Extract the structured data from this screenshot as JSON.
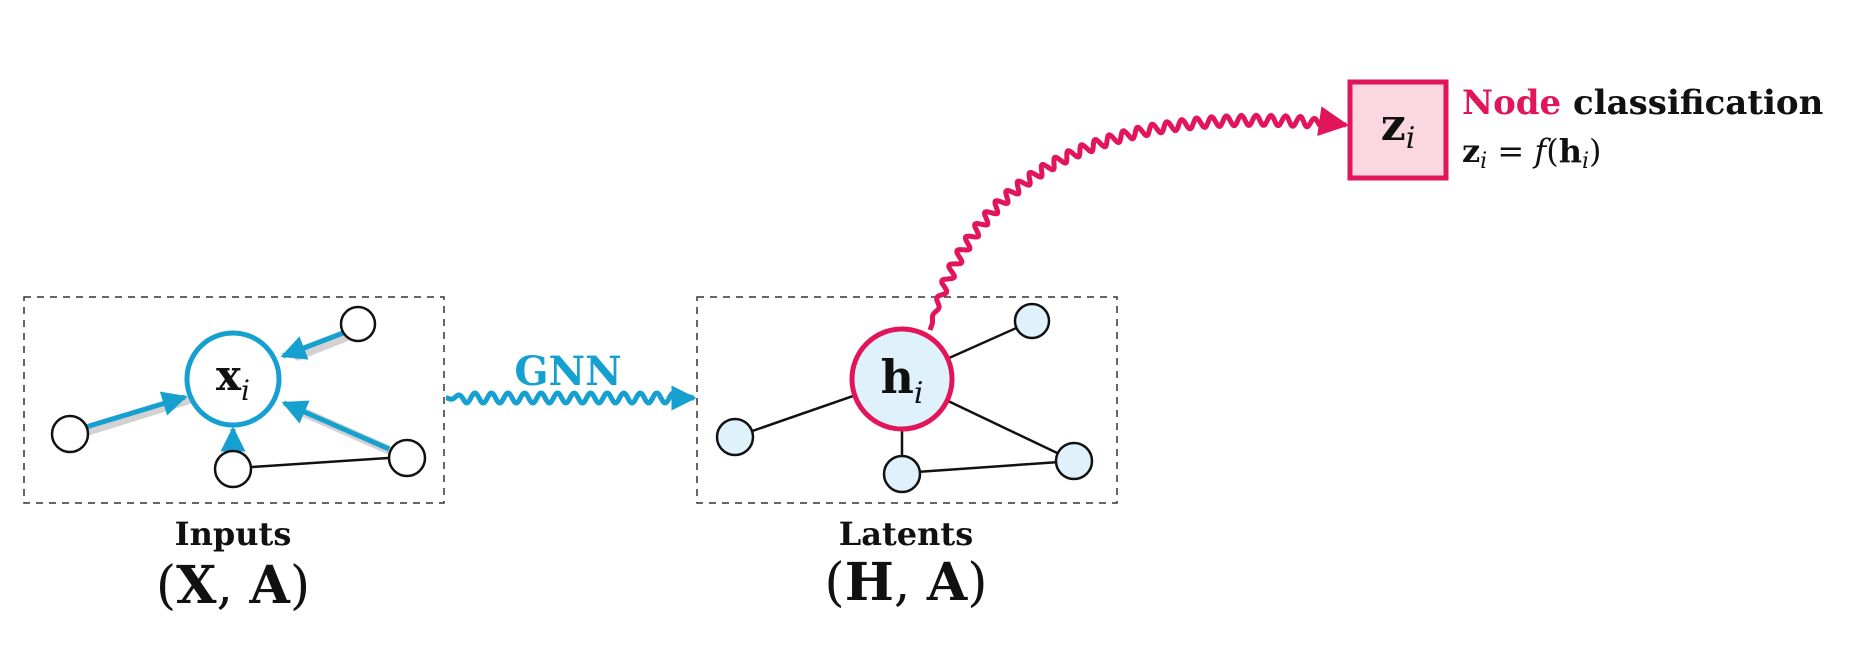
{
  "colors": {
    "blue": "#15a0cf",
    "pink": "#e2145a",
    "node_fill_light": "#dff1fa",
    "z_fill": "#fbd7e2",
    "stroke": "#111111",
    "dash": "#333333",
    "shadow": "#c8c8c8"
  },
  "inputs": {
    "caption": "Inputs",
    "formula_X": "X",
    "formula_A": "A",
    "center_var": "x",
    "center_sub": "i"
  },
  "edge_label": "GNN",
  "latents": {
    "caption": "Latents",
    "formula_H": "H",
    "formula_A": "A",
    "center_var": "h",
    "center_sub": "i"
  },
  "output": {
    "var": "z",
    "sub": "i",
    "title_highlight": "Node",
    "title_rest": "classification",
    "formula_lhs": "z",
    "formula_lhs_sub": "i",
    "formula_eq": "=",
    "formula_f": "f",
    "formula_open": "(",
    "formula_arg": "h",
    "formula_arg_sub": "i",
    "formula_close": ")"
  },
  "icons": {
    "gnn_arrow": "wavy-arrow-icon",
    "output_arrow": "wavy-curved-arrow-icon"
  }
}
